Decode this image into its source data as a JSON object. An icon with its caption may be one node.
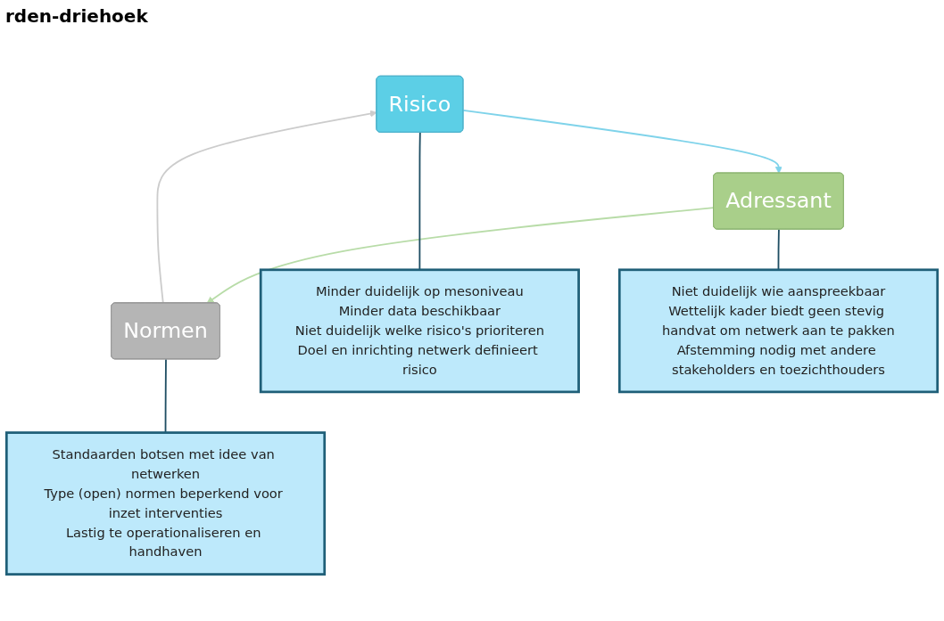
{
  "diagram": {
    "title": "rden-driehoek",
    "nodes": [
      {
        "text": [
          "Risico"
        ]
      },
      {
        "text": [
          "Adressant"
        ]
      },
      {
        "text": [
          "Normen"
        ]
      },
      {
        "text": [
          "Minder duidelijk op mesoniveau",
          "Minder data beschikbaar",
          "Niet duidelijk welke risico's prioriteren",
          "Doel en inrichting netwerk definieert risico"
        ]
      },
      {
        "text": [
          "Niet duidelijk wie aanspreekbaar",
          "Wettelijk kader biedt geen stevig handvat om netwerk aan te pakken",
          "Afstemming nodig met andere stakeholders en toezichthouders"
        ]
      },
      {
        "text": [
          "Standaarden botsen met idee van netwerken",
          "Type (open) normen beperkend voor inzet interventies",
          "Lastig te operationaliseren en handhaven"
        ]
      }
    ],
    "edges": [
      {
        "from": 0,
        "to": 1,
        "arrow": "to",
        "color": "#7fd3ea"
      },
      {
        "from": 1,
        "to": 2,
        "arrow": "to",
        "color": "#b8dca8"
      },
      {
        "from": 2,
        "to": 0,
        "arrow": "to",
        "color": "#cccccc"
      },
      {
        "from": 0,
        "to": 3,
        "arrow": "none",
        "color": "#1f4e63"
      },
      {
        "from": 1,
        "to": 4,
        "arrow": "none",
        "color": "#1f4e63"
      },
      {
        "from": 2,
        "to": 5,
        "arrow": "none",
        "color": "#1f4e63"
      }
    ]
  }
}
